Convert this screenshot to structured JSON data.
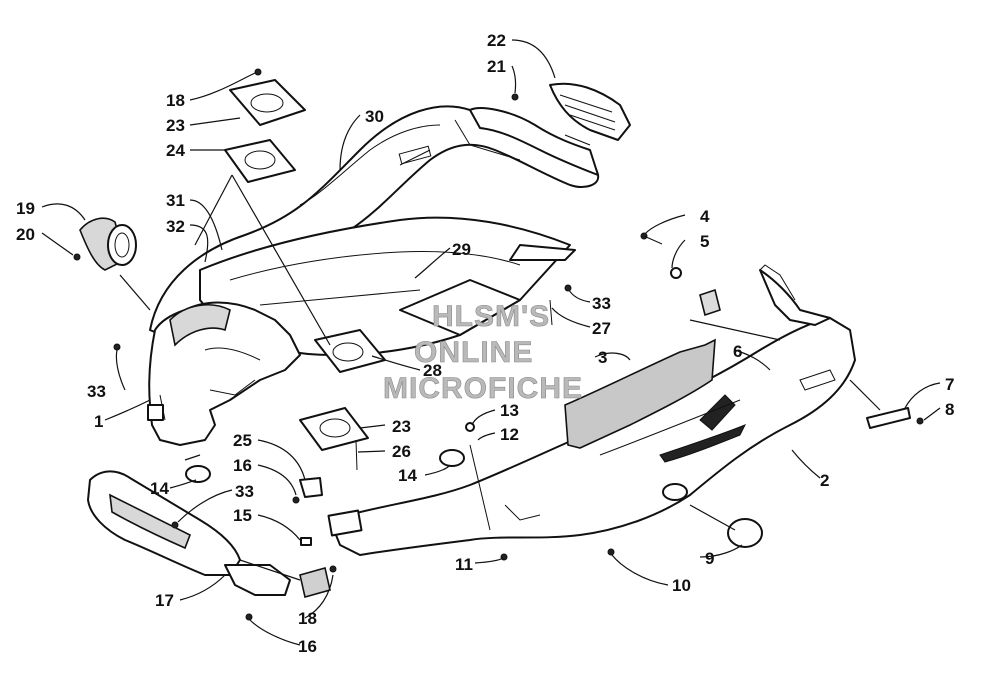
{
  "diagram": {
    "watermark": [
      "HLSM'S",
      "ONLINE",
      "MICROFICHE"
    ],
    "callouts": [
      {
        "id": "c22-top",
        "text": "22"
      },
      {
        "id": "c21",
        "text": "21"
      },
      {
        "id": "c18-top",
        "text": "18"
      },
      {
        "id": "c23-top",
        "text": "23"
      },
      {
        "id": "c24",
        "text": "24"
      },
      {
        "id": "c30",
        "text": "30"
      },
      {
        "id": "c19",
        "text": "19"
      },
      {
        "id": "c20",
        "text": "20"
      },
      {
        "id": "c31",
        "text": "31"
      },
      {
        "id": "c32",
        "text": "32"
      },
      {
        "id": "c29",
        "text": "29"
      },
      {
        "id": "c4",
        "text": "4"
      },
      {
        "id": "c5",
        "text": "5"
      },
      {
        "id": "c33-right",
        "text": "33"
      },
      {
        "id": "c27",
        "text": "27"
      },
      {
        "id": "c3",
        "text": "3"
      },
      {
        "id": "c6",
        "text": "6"
      },
      {
        "id": "c33-left",
        "text": "33"
      },
      {
        "id": "c28",
        "text": "28"
      },
      {
        "id": "c1",
        "text": "1"
      },
      {
        "id": "c7",
        "text": "7"
      },
      {
        "id": "c8",
        "text": "8"
      },
      {
        "id": "c13",
        "text": "13"
      },
      {
        "id": "c23-mid",
        "text": "23"
      },
      {
        "id": "c25",
        "text": "25"
      },
      {
        "id": "c12",
        "text": "12"
      },
      {
        "id": "c26",
        "text": "26"
      },
      {
        "id": "c16-mid",
        "text": "16"
      },
      {
        "id": "c14-right",
        "text": "14"
      },
      {
        "id": "c2",
        "text": "2"
      },
      {
        "id": "c14-left",
        "text": "14"
      },
      {
        "id": "c33-bottom",
        "text": "33"
      },
      {
        "id": "c15",
        "text": "15"
      },
      {
        "id": "c9",
        "text": "9"
      },
      {
        "id": "c11",
        "text": "11"
      },
      {
        "id": "c10",
        "text": "10"
      },
      {
        "id": "c17",
        "text": "17"
      },
      {
        "id": "c18-bottom",
        "text": "18"
      },
      {
        "id": "c16-bottom",
        "text": "16"
      }
    ]
  }
}
